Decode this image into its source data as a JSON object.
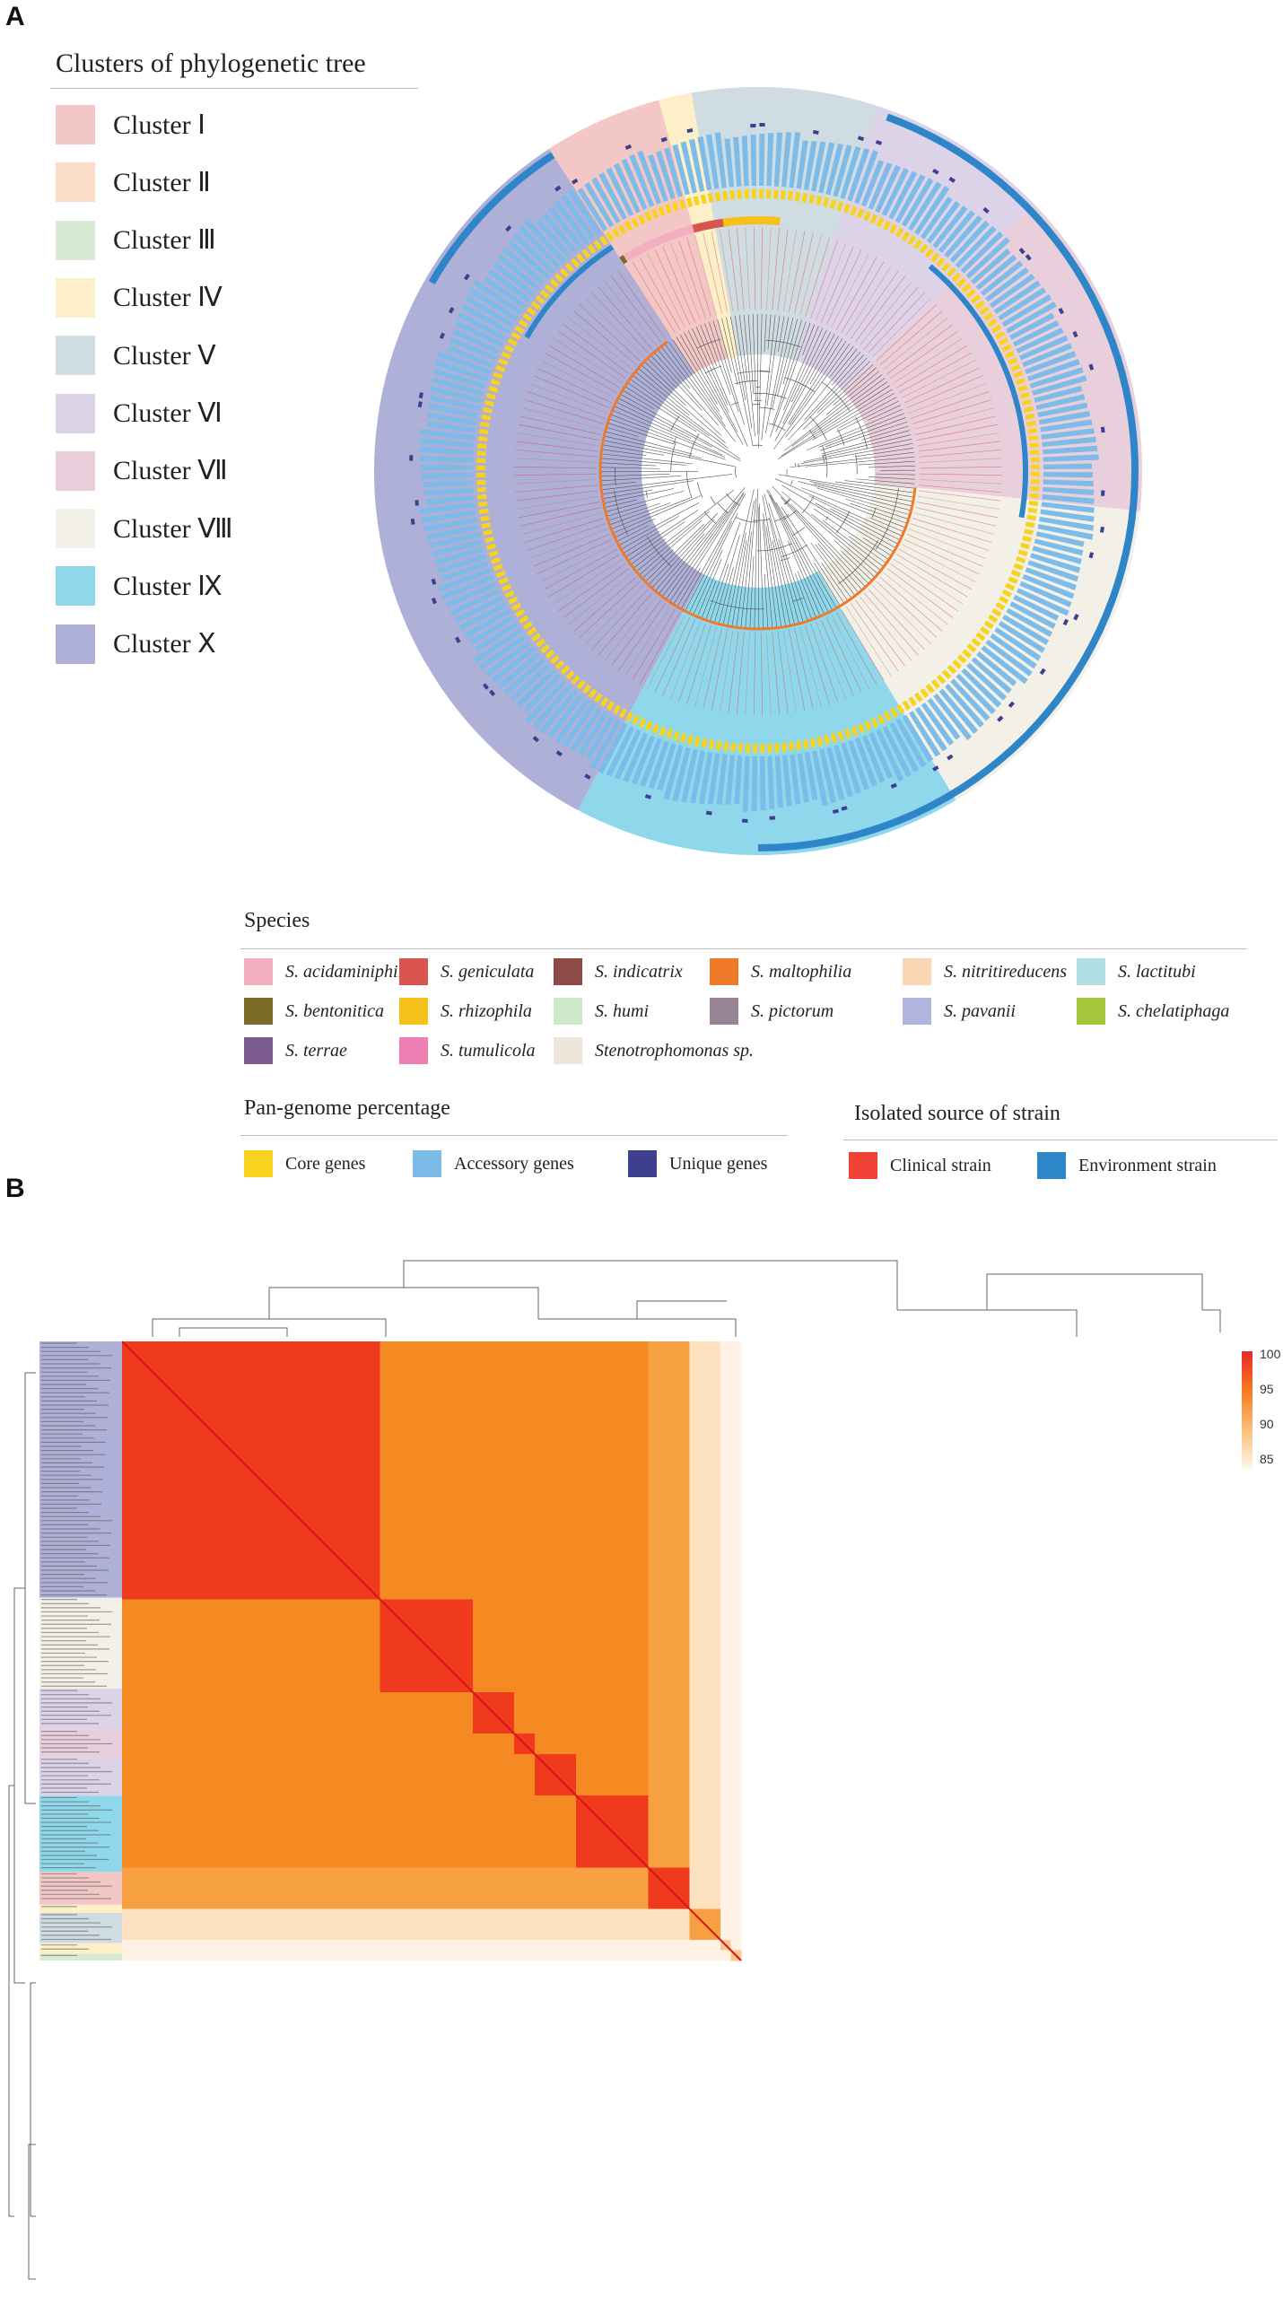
{
  "panel_a": {
    "letter": "A",
    "cluster_legend": {
      "title": "Clusters of phylogenetic tree",
      "items": [
        {
          "label": "Cluster Ⅰ",
          "color": "#f4c7c7"
        },
        {
          "label": "Cluster Ⅱ",
          "color": "#fbdcc8"
        },
        {
          "label": "Cluster Ⅲ",
          "color": "#d9ead3"
        },
        {
          "label": "Cluster Ⅳ",
          "color": "#fdf0c8"
        },
        {
          "label": "Cluster Ⅴ",
          "color": "#cfdde2"
        },
        {
          "label": "Cluster Ⅵ",
          "color": "#ddd3e8"
        },
        {
          "label": "Cluster Ⅶ",
          "color": "#e9cfdb"
        },
        {
          "label": "Cluster Ⅷ",
          "color": "#f3f1e7"
        },
        {
          "label": "Cluster Ⅸ",
          "color": "#8fd8ec"
        },
        {
          "label": "Cluster Ⅹ",
          "color": "#aeb0d8"
        }
      ]
    },
    "species_legend": {
      "title": "Species",
      "items": [
        {
          "label": "S. acidaminiphila",
          "color": "#f2afc0"
        },
        {
          "label": "S. geniculata",
          "color": "#d9534f"
        },
        {
          "label": "S. indicatrix",
          "color": "#8e4a45"
        },
        {
          "label": "S. maltophilia",
          "color": "#ee7a2a"
        },
        {
          "label": "S. nitritireducens",
          "color": "#fbd6b5"
        },
        {
          "label": "S. lactitubi",
          "color": "#afdde2"
        },
        {
          "label": "S. bentonitica",
          "color": "#7c6a28"
        },
        {
          "label": "S. rhizophila",
          "color": "#f6c21a"
        },
        {
          "label": "S. humi",
          "color": "#cfe8cc"
        },
        {
          "label": "S. pictorum",
          "color": "#978596"
        },
        {
          "label": "S. pavanii",
          "color": "#b1b4de"
        },
        {
          "label": "S. chelatiphaga",
          "color": "#a5c63b"
        },
        {
          "label": "S. terrae",
          "color": "#7b5a8e"
        },
        {
          "label": "S. tumulicola",
          "color": "#ee7fb4"
        },
        {
          "label": "Stenotrophomonas sp.",
          "color": "#ede6da"
        }
      ]
    },
    "pan_genome_legend": {
      "title": "Pan-genome percentage",
      "items": [
        {
          "label": "Core genes",
          "color": "#f8d21c"
        },
        {
          "label": "Accessory genes",
          "color": "#7dbbe8"
        },
        {
          "label": "Unique genes",
          "color": "#3f3f8f"
        }
      ]
    },
    "source_legend": {
      "title": "Isolated source of strain",
      "items": [
        {
          "label": "Clinical strain",
          "color": "#ef4136"
        },
        {
          "label": "Environment strain",
          "color": "#2e86c8"
        }
      ]
    }
  },
  "panel_b": {
    "letter": "B",
    "colorbar": {
      "ticks": [
        "100",
        "95",
        "90",
        "85"
      ],
      "colors": [
        "#e8262a",
        "#f57a1f",
        "#fbbf79",
        "#fff8ef"
      ]
    },
    "block_colors": [
      "#aeb0d8",
      "#f3f1e7",
      "#ddd3e8",
      "#e9cfdb",
      "#ddd3e8",
      "#8fd8ec",
      "#f4c7c7",
      "#fdf0c8",
      "#cfdde2",
      "#fdf0c8",
      "#d9ead3"
    ]
  },
  "chart_data": [
    {
      "type": "heatmap",
      "colorbar_ticks": [
        100,
        95,
        90,
        85
      ],
      "colorbar_range": [
        80,
        100
      ],
      "note_visible": "sample labels unreadable"
    }
  ]
}
